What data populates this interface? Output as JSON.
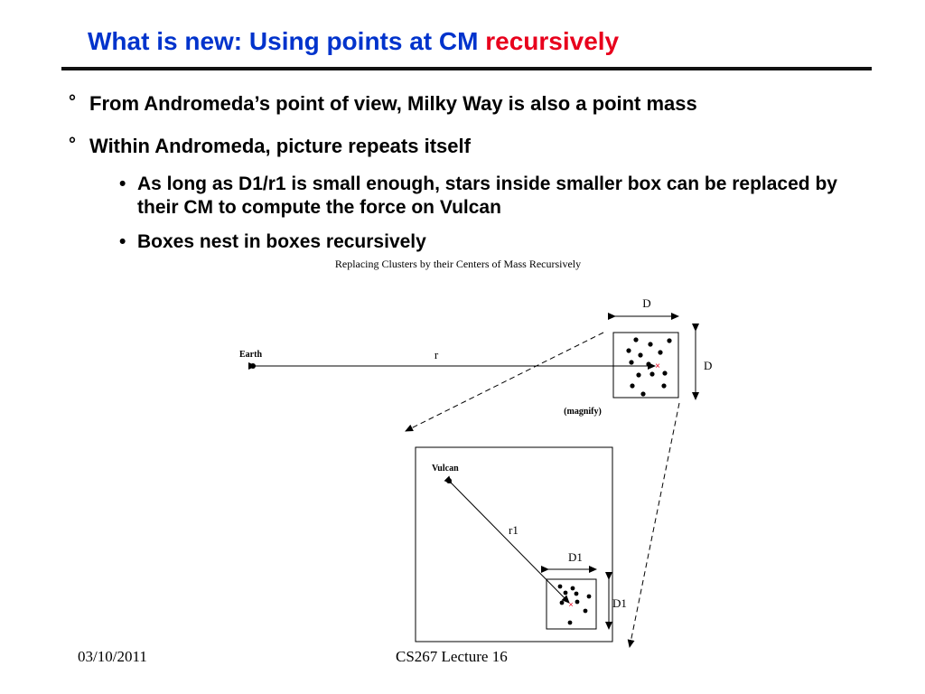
{
  "title": {
    "main": "What is new: Using points at CM",
    "highlight": "recursively"
  },
  "colors": {
    "title": "#0033cc",
    "highlight": "#e8001c",
    "text": "#000000",
    "cm_marker": "#e8001c"
  },
  "bullets": [
    {
      "marker": "°",
      "text": "From Andromeda’s point of view, Milky Way is also a point mass"
    },
    {
      "marker": "°",
      "text": "Within Andromeda, picture repeats itself"
    }
  ],
  "sub_bullets": [
    {
      "marker": "•",
      "text": "As long as D1/r1 is small enough, stars inside smaller box can be replaced by their CM to compute the force on Vulcan"
    },
    {
      "marker": "•",
      "text": "Boxes nest in boxes recursively"
    }
  ],
  "figure": {
    "caption": "Replacing Clusters by their Centers of Mass Recursively",
    "earth_label": "Earth",
    "r_label": "r",
    "D_top_label": "D",
    "D_side_label": "D",
    "magnify_label": "(magnify)",
    "vulcan_label": "Vulcan",
    "r1_label": "r1",
    "D1_top_label": "D1",
    "D1_side_label": "D1"
  },
  "footer": {
    "date": "03/10/2011",
    "course": "CS267 Lecture 16"
  }
}
